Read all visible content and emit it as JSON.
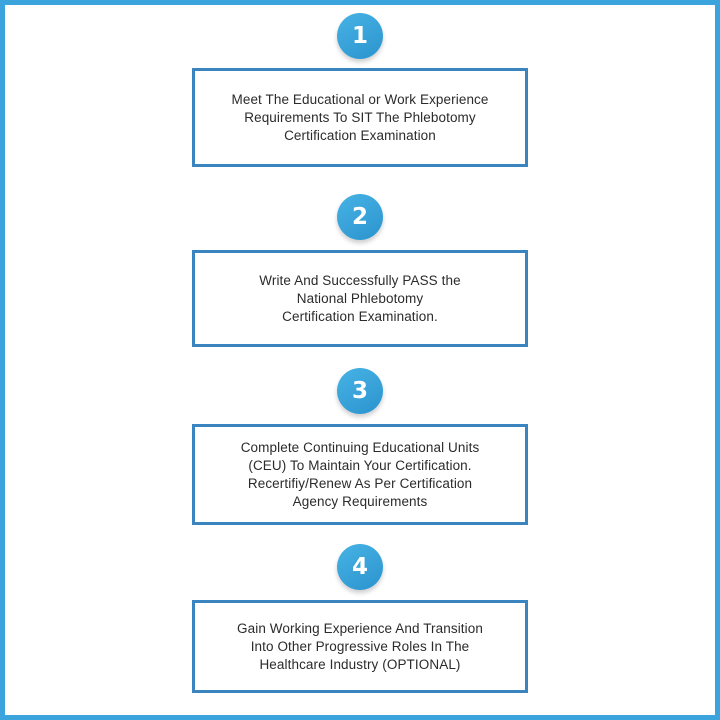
{
  "page": {
    "background_color": "#ffffff",
    "frame_color": "#3CA4DC",
    "box_border_color": "#3A85C0",
    "badge_color": "#3BA5DB",
    "text_color": "#2B2B2B"
  },
  "steps": [
    {
      "number": "1",
      "text": "Meet The Educational or Work Experience\nRequirements To SIT The Phlebotomy\nCertification Examination"
    },
    {
      "number": "2",
      "text": "Write And Successfully PASS the\nNational Phlebotomy\nCertification Examination."
    },
    {
      "number": "3",
      "text": "Complete Continuing Educational Units\n(CEU) To Maintain Your Certification.\nRecertifiy/Renew As Per Certification\nAgency Requirements"
    },
    {
      "number": "4",
      "text": "Gain Working Experience And Transition\nInto Other Progressive Roles In The\nHealthcare Industry (OPTIONAL)"
    }
  ]
}
